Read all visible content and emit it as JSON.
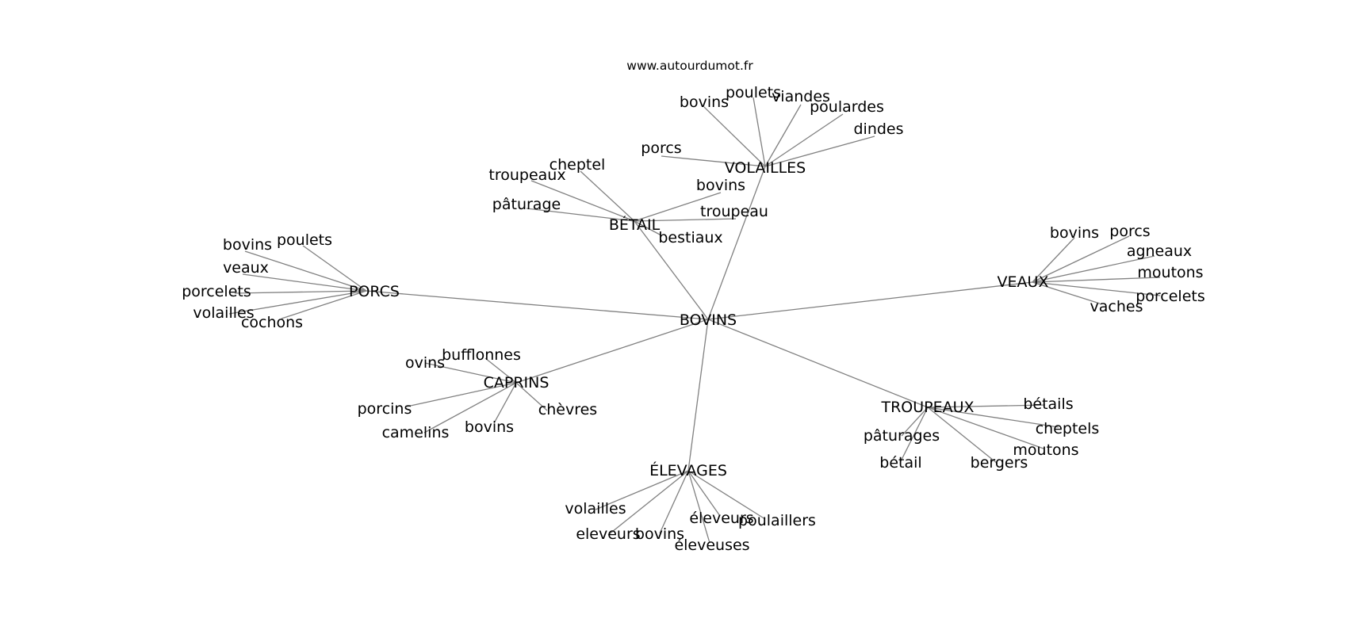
{
  "site": "www.autourdumot.fr",
  "root": "BOVINS",
  "groups": [
    {
      "label": "VOLAILLES",
      "children": [
        "bovins",
        "poulets",
        "viandes",
        "poulardes",
        "dindes",
        "porcs"
      ]
    },
    {
      "label": "BÉTAIL",
      "children": [
        "cheptel",
        "troupeaux",
        "pâturage",
        "bovins",
        "troupeau",
        "bestiaux"
      ]
    },
    {
      "label": "PORCS",
      "children": [
        "bovins",
        "poulets",
        "veaux",
        "porcelets",
        "volailles",
        "cochons"
      ]
    },
    {
      "label": "VEAUX",
      "children": [
        "bovins",
        "porcs",
        "agneaux",
        "moutons",
        "porcelets",
        "vaches"
      ]
    },
    {
      "label": "CAPRINS",
      "children": [
        "bufflonnes",
        "ovins",
        "porcins",
        "camelins",
        "bovins",
        "chèvres"
      ]
    },
    {
      "label": "TROUPEAUX",
      "children": [
        "bétails",
        "cheptels",
        "moutons",
        "bergers",
        "bétail",
        "pâturages"
      ]
    },
    {
      "label": "ÉLEVAGES",
      "children": [
        "volailles",
        "eleveurs",
        "bovins",
        "éleveuses",
        "éleveurs",
        "poulaillers"
      ]
    }
  ]
}
